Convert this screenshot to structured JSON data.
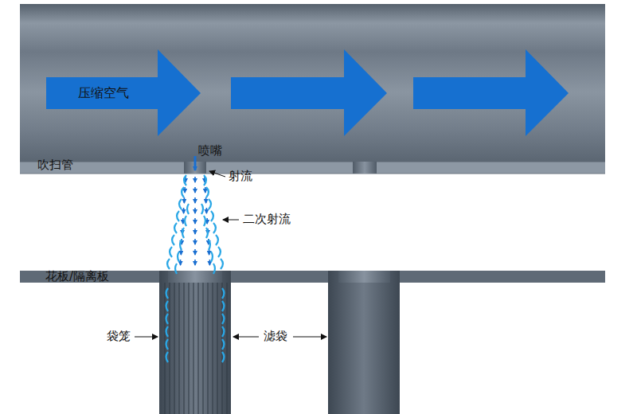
{
  "diagram": {
    "nodes": [
      {
        "text": [
          "压缩空气"
        ]
      }
    ],
    "labels": [
      "吹扫管",
      "喷嘴",
      "射流",
      "二次射流",
      "花板/隔离板",
      "袋笼",
      "滤袋"
    ]
  }
}
